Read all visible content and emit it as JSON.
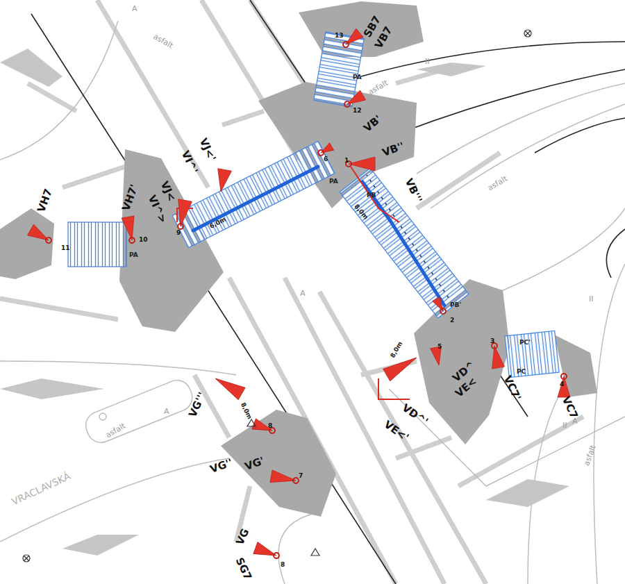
{
  "diagram": {
    "labels": [
      "VH7",
      "VH7'",
      "VJ<'",
      "VI^'",
      "VJ<",
      "VI^>",
      "SB7",
      "VB7",
      "VB'",
      "VB''",
      "VB'''",
      "VC7'",
      "VC7",
      "VD^",
      "VE<",
      "VD^'",
      "VE<'",
      "VG'''",
      "VG''",
      "VG'",
      "VG",
      "SG7",
      "VRACLAVSKÁ",
      "asfalt",
      "asfalt",
      "asfalt",
      "asfalt",
      "asfalt",
      "A",
      "A",
      "A",
      "A",
      "II",
      "II",
      "II",
      "11",
      "10",
      "9",
      "6",
      "12",
      "13",
      "1",
      "2",
      "3",
      "4",
      "5",
      "8",
      "7",
      "8",
      "PA",
      "PA",
      "PA",
      "PB",
      "PB'",
      "PC",
      "PC'",
      "8,0m",
      "8,0m",
      "8,0m",
      "6,0m"
    ]
  }
}
